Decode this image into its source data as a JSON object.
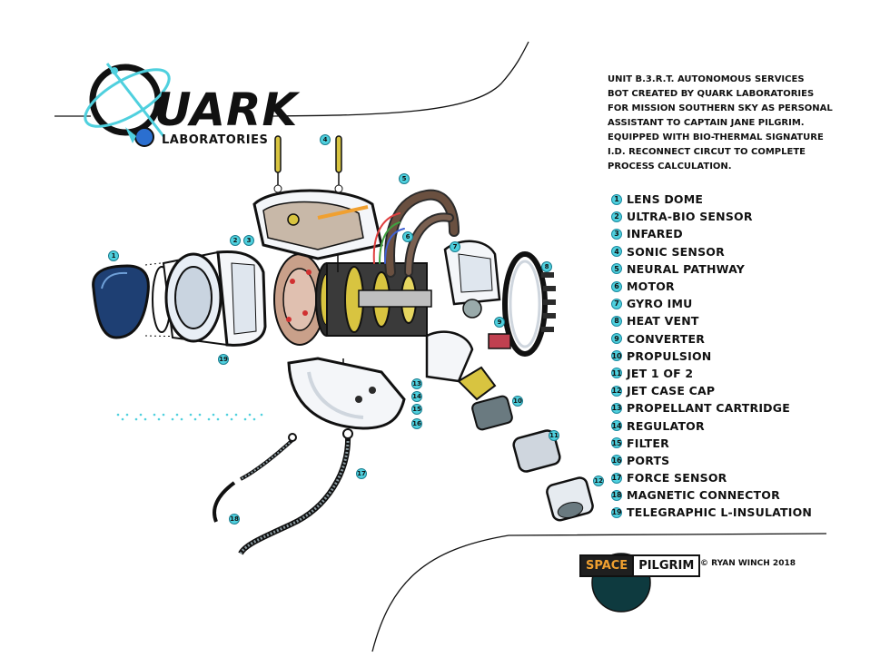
{
  "logo": {
    "word": "UARK",
    "sub": "LABORATORIES"
  },
  "description": [
    "UNIT B.3.R.T.  AUTONOMOUS SERVICES",
    "BOT CREATED BY QUARK LABORATORIES",
    "FOR MISSION SOUTHERN SKY AS PERSONAL",
    "ASSISTANT TO CAPTAIN JANE PILGRIM.",
    "EQUIPPED WITH BIO-THERMAL SIGNATURE",
    "I.D.  RECONNECT CIRCUT TO COMPLETE",
    "PROCESS CALCULATION."
  ],
  "legend": [
    {
      "num": "1",
      "label": "LENS DOME"
    },
    {
      "num": "2",
      "label": "ULTRA-BIO SENSOR"
    },
    {
      "num": "3",
      "label": "INFARED"
    },
    {
      "num": "4",
      "label": "SONIC SENSOR"
    },
    {
      "num": "5",
      "label": "NEURAL PATHWAY"
    },
    {
      "num": "6",
      "label": "MOTOR"
    },
    {
      "num": "7",
      "label": "GYRO IMU"
    },
    {
      "num": "8",
      "label": "HEAT VENT"
    },
    {
      "num": "9",
      "label": "CONVERTER"
    },
    {
      "num": "10",
      "label": "PROPULSION"
    },
    {
      "num": "11",
      "label": "JET 1 OF 2"
    },
    {
      "num": "12",
      "label": "JET CASE CAP"
    },
    {
      "num": "13",
      "label": "PROPELLANT CARTRIDGE"
    },
    {
      "num": "14",
      "label": "REGULATOR"
    },
    {
      "num": "15",
      "label": "FILTER"
    },
    {
      "num": "16",
      "label": "PORTS"
    },
    {
      "num": "17",
      "label": "FORCE SENSOR"
    },
    {
      "num": "18",
      "label": "MAGNETIC CONNECTOR"
    },
    {
      "num": "19",
      "label": "TELEGRAPHIC L-INSULATION"
    }
  ],
  "callouts": [
    "1",
    "2",
    "3",
    "4",
    "5",
    "6",
    "7",
    "8",
    "9",
    "10",
    "11",
    "12",
    "13",
    "14",
    "15",
    "16",
    "17",
    "18",
    "19"
  ],
  "brand": {
    "space": "SPACE",
    "pilgrim": "PILGRIM"
  },
  "credit": "© RYAN WINCH 2018",
  "colors": {
    "accent_teal": "#4fd0de",
    "brand_orange": "#f0a030",
    "dome_blue": "#1e3f73",
    "brass": "#d8c440",
    "outline": "#111111"
  }
}
